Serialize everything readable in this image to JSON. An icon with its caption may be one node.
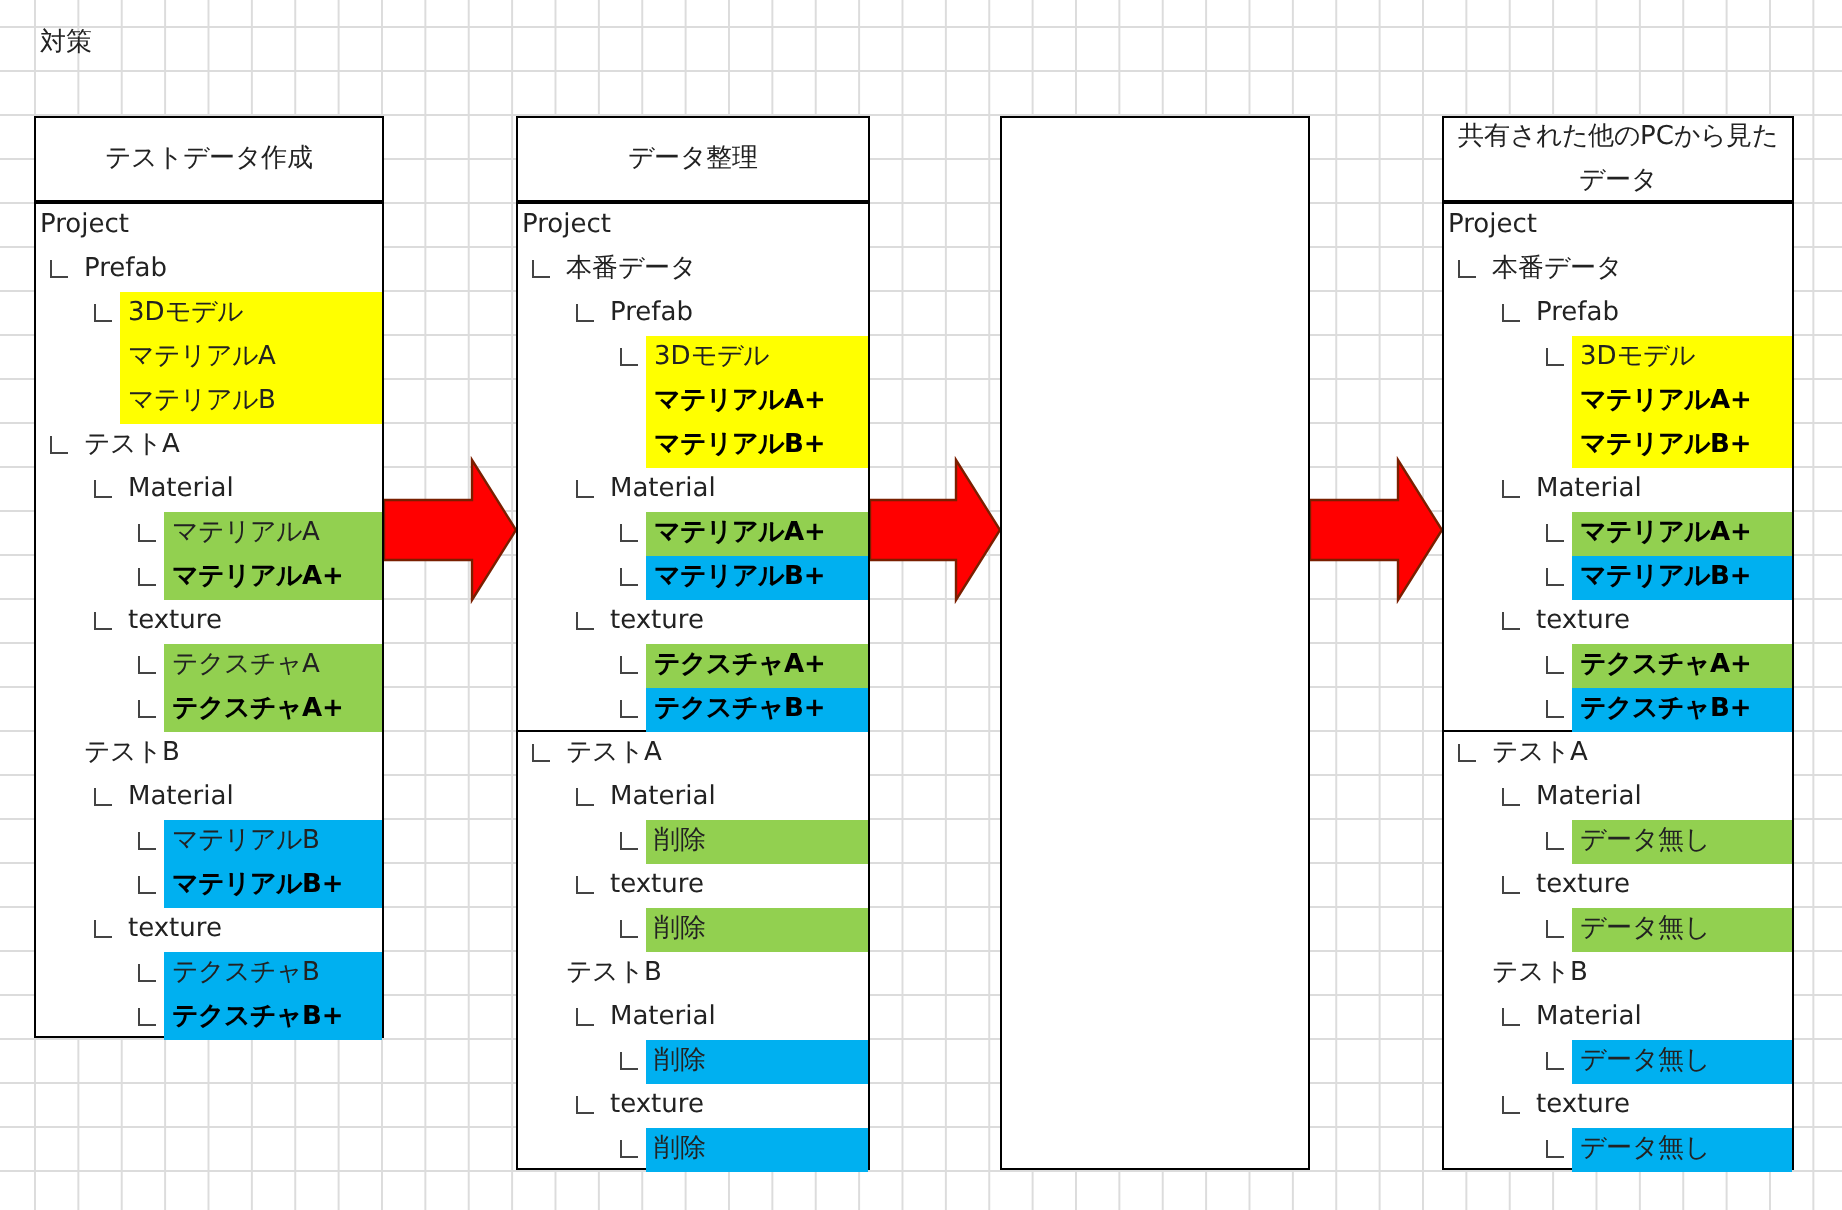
{
  "diagram": {
    "title": "対策",
    "nodes": [
      {
        "text": [
          "テストデータ作成"
        ]
      },
      {
        "text": [
          "Project",
          "Prefab",
          "テストA",
          "Material",
          "texture",
          "テストB",
          "Material",
          "texture"
        ]
      },
      {
        "text": [
          "3Dモデル",
          "マテリアルA",
          "マテリアルB"
        ],
        "in": 1
      },
      {
        "text": [
          "マテリアルA",
          "マテリアルA+"
        ],
        "in": 1
      },
      {
        "text": [
          "テクスチャA",
          "テクスチャA+"
        ],
        "in": 1
      },
      {
        "text": [
          "マテリアルB",
          "マテリアルB+"
        ],
        "in": 1
      },
      {
        "text": [
          "テクスチャB",
          "テクスチャB+"
        ],
        "in": 1
      },
      {
        "text": [
          "データ整理"
        ]
      },
      {
        "text": [
          "Project",
          "本番データ",
          "Prefab",
          "Material",
          "texture",
          "テストA",
          "Material",
          "texture",
          "テストB",
          "Material",
          "texture"
        ]
      },
      {
        "text": [
          "3Dモデル",
          "マテリアルA+",
          "マテリアルB+"
        ],
        "in": 8
      },
      {
        "text": [
          "マテリアルA+"
        ],
        "in": 8
      },
      {
        "text": [
          "マテリアルB+"
        ],
        "in": 8
      },
      {
        "text": [
          "テクスチャA+"
        ],
        "in": 8
      },
      {
        "text": [
          "テクスチャB+"
        ],
        "in": 8
      },
      {
        "text": [
          "削除"
        ],
        "in": 8
      },
      {
        "text": [
          "削除"
        ],
        "in": 8
      },
      {
        "text": [
          "削除"
        ],
        "in": 8
      },
      {
        "text": [
          "削除"
        ],
        "in": 8
      },
      {
        "text": [],
        "shape": "box"
      },
      {
        "text": [
          "共有された他のPCから見たデータ"
        ]
      },
      {
        "text": [
          "Project",
          "本番データ",
          "Prefab",
          "Material",
          "texture",
          "テストA",
          "Material",
          "texture",
          "テストB",
          "Material",
          "texture"
        ]
      },
      {
        "text": [
          "3Dモデル",
          "マテリアルA+",
          "マテリアルB+"
        ],
        "in": 20
      },
      {
        "text": [
          "マテリアルA+"
        ],
        "in": 20
      },
      {
        "text": [
          "マテリアルB+"
        ],
        "in": 20
      },
      {
        "text": [
          "テクスチャA+"
        ],
        "in": 20
      },
      {
        "text": [
          "テクスチャB+"
        ],
        "in": 20
      },
      {
        "text": [
          "データ無し"
        ],
        "in": 20
      },
      {
        "text": [
          "データ無し"
        ],
        "in": 20
      },
      {
        "text": [
          "データ無し"
        ],
        "in": 20
      },
      {
        "text": [
          "データ無し"
        ],
        "in": 20
      }
    ],
    "edges": [
      {
        "from": 1,
        "to": 8,
        "arrow": "to"
      },
      {
        "from": 8,
        "to": 18,
        "arrow": "to"
      },
      {
        "from": 18,
        "to": 20,
        "arrow": "to"
      }
    ]
  }
}
